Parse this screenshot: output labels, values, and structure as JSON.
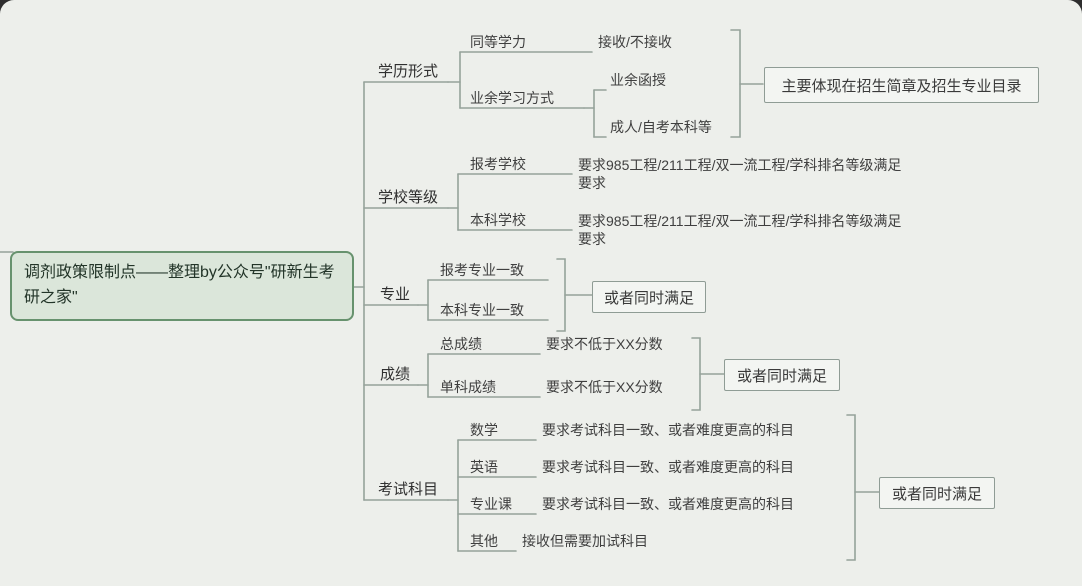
{
  "root": {
    "label": "调剂政策限制点——整理by公众号\"研新生考研之家\""
  },
  "branches": {
    "xueli": {
      "label": "学历形式",
      "tongdeng_label": "同等学力",
      "tongdeng_value": "接收/不接收",
      "yeyu_label": "业余学习方式",
      "yeyu_child1": "业余函授",
      "yeyu_child2": "成人/自考本科等",
      "note": "主要体现在招生简章及招生专业目录"
    },
    "xuexiao": {
      "label": "学校等级",
      "baokao_label": "报考学校",
      "baokao_value": "要求985工程/211工程/双一流工程/学科排名等级满足要求",
      "benke_label": "本科学校",
      "benke_value": "要求985工程/211工程/双一流工程/学科排名等级满足要求"
    },
    "zhuanye": {
      "label": "专业",
      "item1": "报考专业一致",
      "item2": "本科专业一致",
      "note": "或者同时满足"
    },
    "chengji": {
      "label": "成绩",
      "zong_label": "总成绩",
      "zong_value": "要求不低于XX分数",
      "danke_label": "单科成绩",
      "danke_value": "要求不低于XX分数",
      "note": "或者同时满足"
    },
    "kaoshi": {
      "label": "考试科目",
      "shuxue_label": "数学",
      "shuxue_value": "要求考试科目一致、或者难度更高的科目",
      "yingyu_label": "英语",
      "yingyu_value": "要求考试科目一致、或者难度更高的科目",
      "zhuanyeke_label": "专业课",
      "zhuanyeke_value": "要求考试科目一致、或者难度更高的科目",
      "qita_label": "其他",
      "qita_value": "接收但需要加试科目",
      "note": "或者同时满足"
    }
  }
}
